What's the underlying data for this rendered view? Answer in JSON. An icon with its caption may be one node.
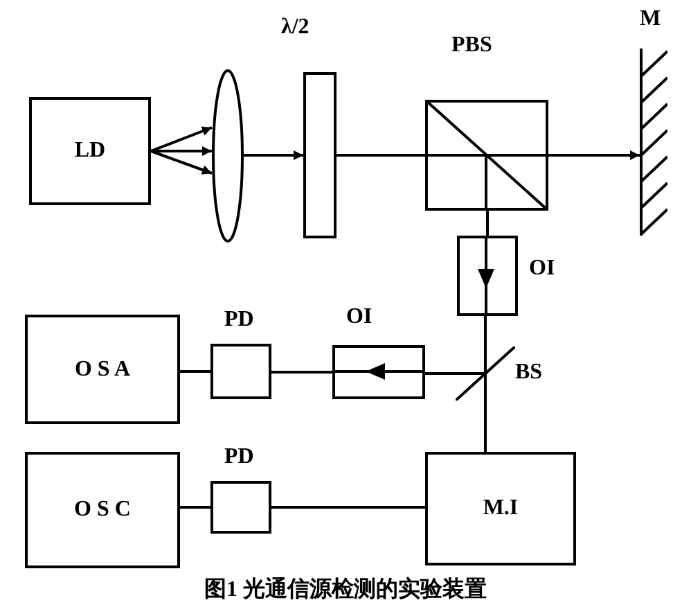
{
  "diagram": {
    "nodes": [
      {
        "text": [
          "LD"
        ]
      },
      {
        "text": [],
        "shape": "ellipse"
      },
      {
        "text": [
          "λ/2"
        ]
      },
      {
        "text": [
          "PBS"
        ]
      },
      {
        "text": [
          "M"
        ]
      },
      {
        "text": [
          "OI"
        ]
      },
      {
        "text": [
          "BS"
        ]
      },
      {
        "text": [
          "OI"
        ]
      },
      {
        "text": [
          "PD"
        ]
      },
      {
        "text": [
          "O S A"
        ]
      },
      {
        "text": [
          "PD"
        ]
      },
      {
        "text": [
          "O S C"
        ]
      },
      {
        "text": [
          "M.I"
        ]
      }
    ],
    "edges": [
      {
        "from": 0,
        "to": 1,
        "arrow": "to"
      },
      {
        "from": 0,
        "to": 1,
        "arrow": "to"
      },
      {
        "from": 0,
        "to": 1,
        "arrow": "to"
      },
      {
        "from": 1,
        "to": 2,
        "arrow": "to"
      },
      {
        "from": 2,
        "to": 3,
        "arrow": "none"
      },
      {
        "from": 3,
        "to": 4,
        "arrow": "to"
      },
      {
        "from": 3,
        "to": 5,
        "arrow": "none"
      },
      {
        "from": 5,
        "to": 6,
        "arrow": "none"
      },
      {
        "from": 6,
        "to": 7,
        "arrow": "none"
      },
      {
        "from": 7,
        "to": 8,
        "arrow": "none"
      },
      {
        "from": 8,
        "to": 9,
        "arrow": "none"
      },
      {
        "from": 6,
        "to": 12,
        "arrow": "none"
      },
      {
        "from": 12,
        "to": 10,
        "arrow": "none"
      },
      {
        "from": 10,
        "to": 11,
        "arrow": "none"
      }
    ],
    "labels": [
      "图1 光通信源检测的实验装置"
    ]
  }
}
